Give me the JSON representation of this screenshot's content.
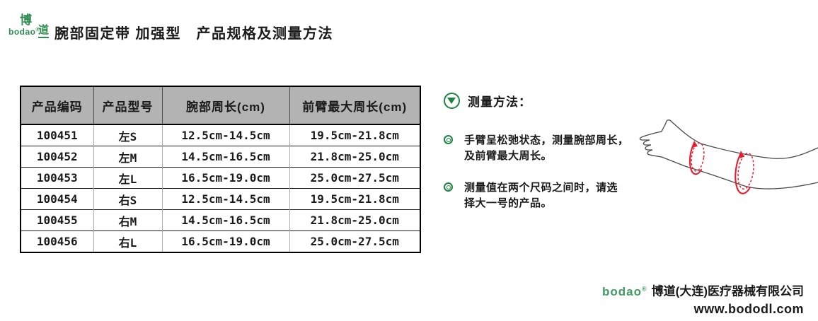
{
  "header": {
    "title": "腕部固定带 加强型　产品规格及测量方法",
    "logo": {
      "brand": "bodao",
      "mark": "®",
      "char_top": "博",
      "char_right": "道"
    }
  },
  "table": {
    "headers": [
      "产品编码",
      "产品型号",
      "腕部周长(cm)",
      "前臂最大周长(cm)"
    ],
    "rows": [
      [
        "100451",
        "左S",
        "12.5cm-14.5cm",
        "19.5cm-21.8cm"
      ],
      [
        "100452",
        "左M",
        "14.5cm-16.5cm",
        "21.8cm-25.0cm"
      ],
      [
        "100453",
        "左L",
        "16.5cm-19.0cm",
        "25.0cm-27.5cm"
      ],
      [
        "100454",
        "右S",
        "12.5cm-14.5cm",
        "19.5cm-21.8cm"
      ],
      [
        "100455",
        "右M",
        "14.5cm-16.5cm",
        "21.8cm-25.0cm"
      ],
      [
        "100456",
        "右L",
        "16.5cm-19.0cm",
        "25.0cm-27.5cm"
      ]
    ]
  },
  "measurement": {
    "heading": "测量方法：",
    "bullets": [
      {
        "lines": [
          "手臂呈松弛状态，测量腕部周长，",
          "及前臂最大周长。"
        ]
      },
      {
        "lines": [
          "测量值在两个尺码之间时，请选",
          "择大一号的产品。"
        ]
      }
    ]
  },
  "footer": {
    "brand": "bodao",
    "reg": "®",
    "company": "博道(大连)医疗器械有限公司",
    "website": "www.bododl.com"
  },
  "colors": {
    "green_icon": "#1f8243",
    "green_logo": "#2e8b50",
    "red_measure_loop": "#e81c2e",
    "table_header_bg": "#b3b3b3"
  }
}
